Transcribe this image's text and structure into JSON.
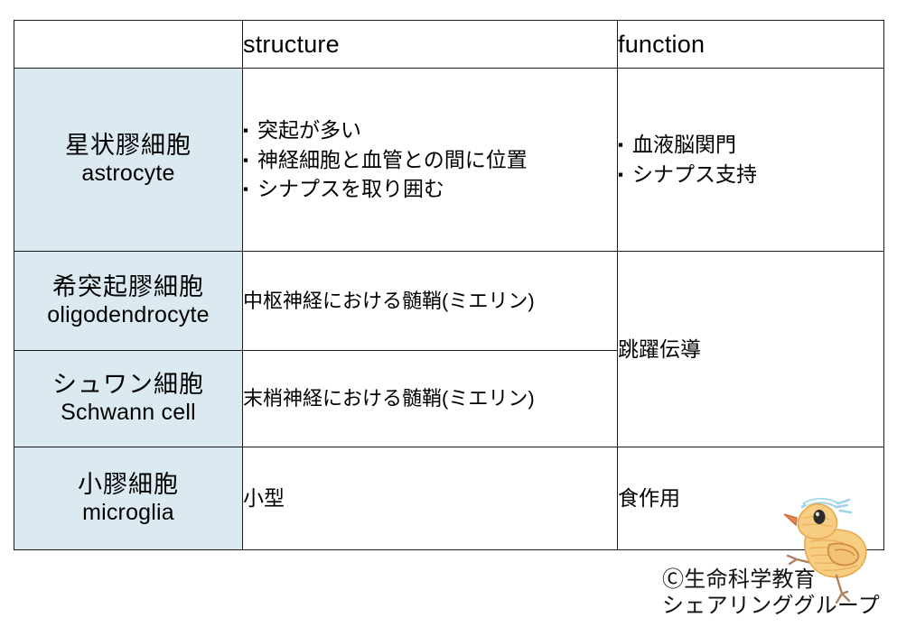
{
  "table": {
    "headers": {
      "name": "",
      "structure": "structure",
      "function": "function"
    },
    "rows": [
      {
        "name_jp": "星状膠細胞",
        "name_en": "astrocyte",
        "structure_bullets": [
          "突起が多い",
          "神経細胞と血管との間に位置",
          "シナプスを取り囲む"
        ],
        "function_bullets": [
          "血液脳関門",
          "シナプス支持"
        ]
      },
      {
        "name_jp": "希突起膠細胞",
        "name_en": "oligodendrocyte",
        "structure": "中枢神経における髄鞘(ミエリン)",
        "function_merged": "跳躍伝導"
      },
      {
        "name_jp": "シュワン細胞",
        "name_en": "Schwann cell",
        "structure": "末梢神経における髄鞘(ミエリン)"
      },
      {
        "name_jp": "小膠細胞",
        "name_en": "microglia",
        "structure": "小型",
        "function": "食作用"
      }
    ],
    "bullet_mark": "▪"
  },
  "credit": {
    "line1": "Ⓒ生命科学教育",
    "line2": "シェアリンググループ"
  },
  "colors": {
    "header_cell_bg": "#ffffff",
    "name_cell_bg": "#dbeaf0",
    "content_cell_bg": "#ffffff",
    "border": "#1a1a1a",
    "text": "#000000",
    "chick_body": "#f5c06a",
    "chick_beak": "#e07b4a",
    "chick_band": "#9fd4e6",
    "chick_leg": "#b08060",
    "chick_eye": "#2b2b2b"
  },
  "illustration": {
    "name": "chick-mascot"
  }
}
